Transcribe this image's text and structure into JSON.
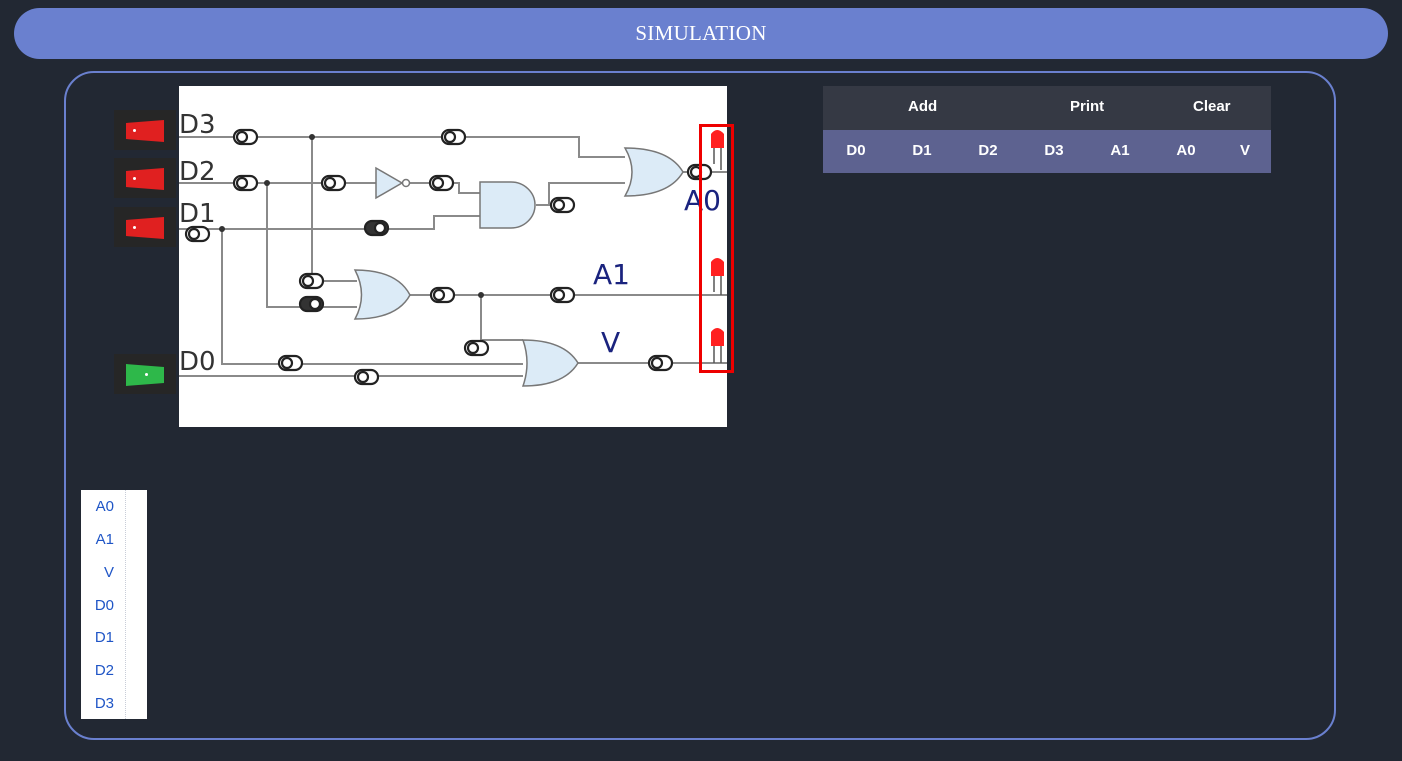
{
  "header": {
    "title": "SIMULATION"
  },
  "circuit": {
    "inputs": [
      {
        "label": "D3",
        "state": "off",
        "color": "#e02020"
      },
      {
        "label": "D2",
        "state": "off",
        "color": "#e02020"
      },
      {
        "label": "D1",
        "state": "off",
        "color": "#e02020"
      },
      {
        "label": "D0",
        "state": "on",
        "color": "#2eb84a"
      }
    ],
    "outputs": [
      {
        "label": "A0",
        "led_color": "#ff2020"
      },
      {
        "label": "A1",
        "led_color": "#ff2020"
      },
      {
        "label": "V",
        "led_color": "#ff2020"
      }
    ],
    "gate_fill": "#dcebf7",
    "label_color": "#1a237e"
  },
  "table": {
    "buttons": {
      "add": "Add",
      "print": "Print",
      "clear": "Clear"
    },
    "columns": [
      "D0",
      "D1",
      "D2",
      "D3",
      "A1",
      "A0",
      "V"
    ]
  },
  "signals": [
    "A0",
    "A1",
    "V",
    "D0",
    "D1",
    "D2",
    "D3"
  ],
  "colors": {
    "accent": "#6a80cf",
    "background": "#222833",
    "highlight": "#ee0000"
  }
}
